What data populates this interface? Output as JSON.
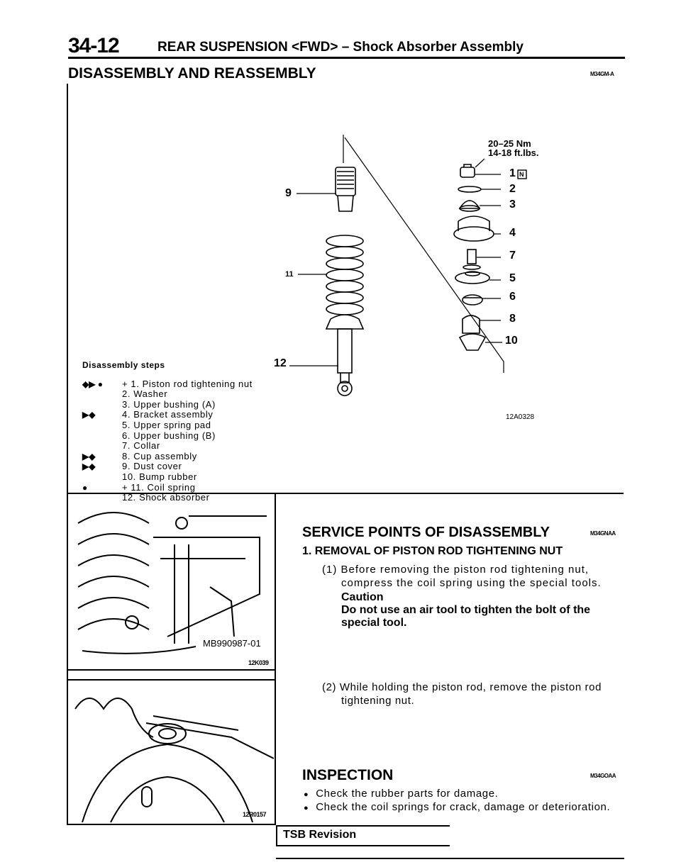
{
  "header": {
    "page_number": "34-12",
    "title": "REAR SUSPENSION <FWD> – Shock Absorber Assembly"
  },
  "section": {
    "title": "DISASSEMBLY AND REASSEMBLY",
    "code": "M34GM-A"
  },
  "diagram": {
    "torque_line1": "20–25 Nm",
    "torque_line2": "14-18 ft.lbs.",
    "figure_code": "12A0328",
    "callouts": [
      "1",
      "2",
      "3",
      "4",
      "7",
      "5",
      "6",
      "8",
      "10",
      "9",
      "11",
      "12"
    ],
    "new_part_mark": "N"
  },
  "steps": {
    "heading": "Disassembly steps",
    "items": [
      {
        "marks": "◆▶ ●",
        "text": "+ 1. Piston rod tightening nut"
      },
      {
        "marks": "",
        "text": "2. Washer"
      },
      {
        "marks": "",
        "text": "3. Upper bushing (A)"
      },
      {
        "marks": "▶◆",
        "text": "4. Bracket assembly"
      },
      {
        "marks": "",
        "text": "5. Upper spring pad"
      },
      {
        "marks": "",
        "text": "6. Upper bushing (B)"
      },
      {
        "marks": "",
        "text": "7. Collar"
      },
      {
        "marks": "▶◆",
        "text": "8. Cup assembly"
      },
      {
        "marks": "▶◆",
        "text": "9. Dust cover"
      },
      {
        "marks": "",
        "text": "10. Bump rubber"
      },
      {
        "marks": "●",
        "text": "+ 11. Coil spring"
      },
      {
        "marks": "",
        "text": "12. Shock absorber"
      }
    ]
  },
  "figures": {
    "fig1_tool": "MB990987-01",
    "fig1_code": "12K039",
    "fig2_code": "12R0157"
  },
  "service": {
    "title": "SERVICE POINTS OF DISASSEMBLY",
    "code": "M34GNAA",
    "h1": "1. REMOVAL OF PISTON ROD TIGHTENING NUT",
    "p1_line1": "(1) Before removing the piston rod tightening nut,",
    "p1_line2": "compress the coil spring using the special tools.",
    "caution_label": "Caution",
    "caution_line1": "Do not use an air tool to tighten the bolt of the",
    "caution_line2": "special tool.",
    "p2_line1": "(2) While holding the piston rod, remove the piston rod",
    "p2_line2": "tightening nut."
  },
  "inspection": {
    "title": "INSPECTION",
    "code": "M34GOAA",
    "bullets": [
      "Check the rubber parts for damage.",
      "Check the coil springs for crack, damage or deterioration."
    ]
  },
  "footer": {
    "tsb": "TSB Revision"
  }
}
